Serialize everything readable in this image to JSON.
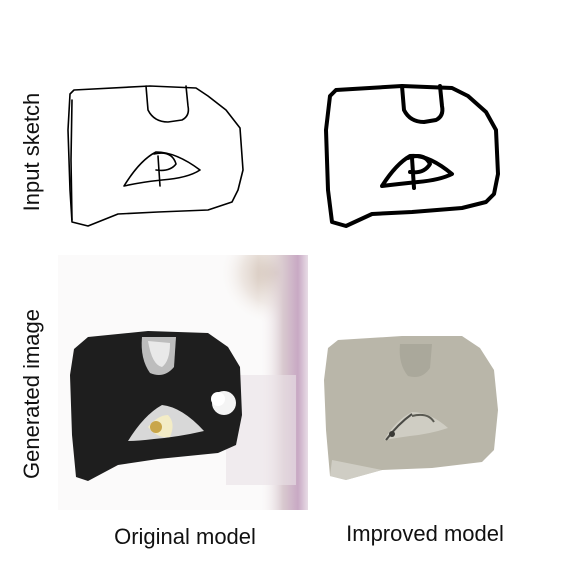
{
  "rows": {
    "sketch_label": "Input sketch",
    "generated_label": "Generated image"
  },
  "columns": {
    "original_label": "Original model",
    "improved_label": "Improved model"
  },
  "colors": {
    "sketch_stroke": "#000000",
    "original_bag": "#1e1e1e",
    "improved_bag": "#b9b6a9",
    "background": "#ffffff"
  }
}
